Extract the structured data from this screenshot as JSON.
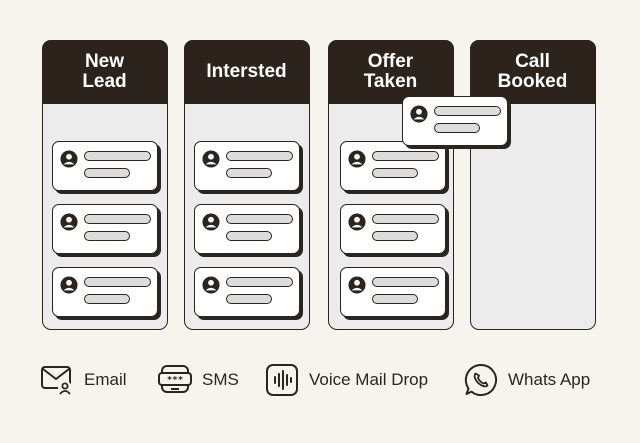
{
  "columns": [
    {
      "title": "New\nLead",
      "cards": 3
    },
    {
      "title": "Intersted",
      "cards": 3
    },
    {
      "title": "Offer\nTaken",
      "cards": 3
    },
    {
      "title": "Call\nBooked",
      "cards": 0
    }
  ],
  "dragged_card": {
    "from_column": "Offer Taken",
    "to_column": "Call Booked"
  },
  "channels": [
    {
      "label": "Email",
      "icon": "email-user-icon"
    },
    {
      "label": "SMS",
      "icon": "sms-chat-icon"
    },
    {
      "label": "Voice Mail Drop",
      "icon": "voice-wave-icon"
    },
    {
      "label": "Whats App",
      "icon": "whatsapp-icon"
    }
  ],
  "colors": {
    "dark": "#2b231c",
    "column_bg": "#ececec",
    "card_bg": "#ffffff",
    "bar_fill": "#dcdcdc",
    "page_bg": "#f7f4ee"
  }
}
